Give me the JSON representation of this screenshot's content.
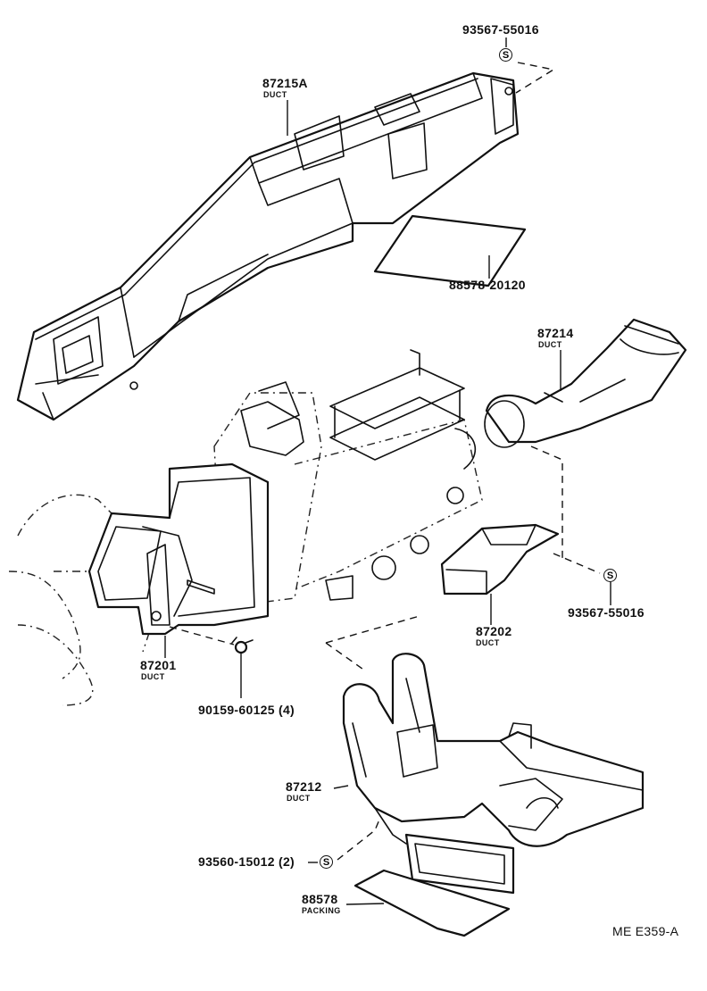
{
  "parts": {
    "duct_upper": {
      "number": "87215A",
      "name": "DUCT"
    },
    "packing_upper": {
      "number": "88578-20120"
    },
    "screw_top": {
      "number": "93567-55016",
      "symbol": "S"
    },
    "duct_right": {
      "number": "87214",
      "name": "DUCT"
    },
    "duct_mid": {
      "number": "87202",
      "name": "DUCT"
    },
    "screw_mid": {
      "number": "93567-55016",
      "symbol": "S"
    },
    "duct_left": {
      "number": "87201",
      "name": "DUCT"
    },
    "bolt": {
      "number": "90159-60125 (4)"
    },
    "duct_lower": {
      "number": "87212",
      "name": "DUCT"
    },
    "screw_lower": {
      "number": "93560-15012 (2)",
      "symbol": "S"
    },
    "packing_lower": {
      "number": "88578",
      "name": "PACKING"
    }
  },
  "diagram_code": "ME E359-A"
}
